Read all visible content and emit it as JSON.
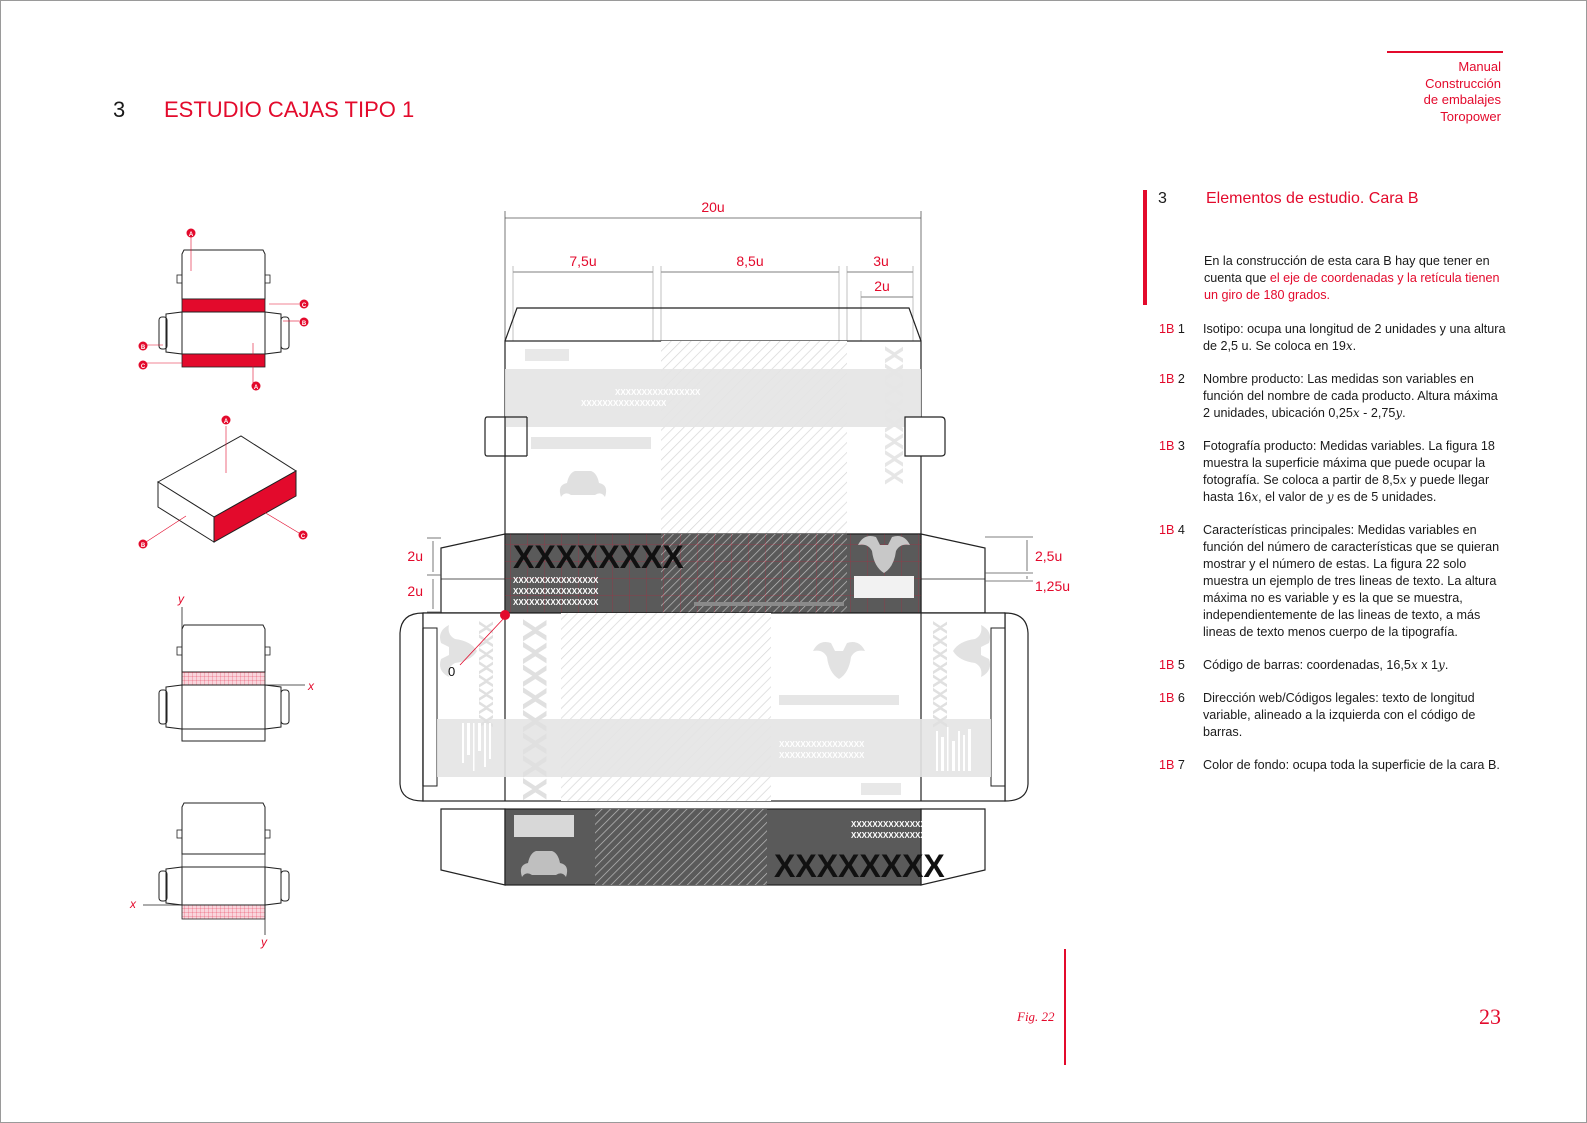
{
  "header": {
    "section_number": "3",
    "section_title": "ESTUDIO CAJAS TIPO 1",
    "manual_lines": [
      "Manual",
      "Construcción",
      "de embalajes",
      "Toropower"
    ]
  },
  "content": {
    "number": "3",
    "title": "Elementos de estudio. Cara B",
    "intro": {
      "plain": "En la construcción de esta cara B hay que tener en cuenta que ",
      "highlight": "el eje de coordenadas y la retícula tienen un giro de 180 grados."
    },
    "items": [
      {
        "code": "1B",
        "num": "1",
        "parts": [
          "Isotipo: ocupa una longitud de 2 unidades y una altura de 2,5 u. Se coloca en 19",
          "x",
          "."
        ]
      },
      {
        "code": "1B",
        "num": "2",
        "parts": [
          "Nombre producto: Las medidas son variables en función del nombre de cada producto. Altura máxima 2 unidades, ubicación 0,25",
          "x",
          " - 2,75",
          "y",
          "."
        ]
      },
      {
        "code": "1B",
        "num": "3",
        "parts": [
          "Fotografía producto: Medidas variables. La figura 18 muestra la superficie máxima que puede ocupar la fotografía. Se coloca a partir de 8,5",
          "x",
          " y puede llegar hasta 16",
          "x",
          ", el valor de ",
          "y",
          " es de 5 unidades."
        ]
      },
      {
        "code": "1B",
        "num": "4",
        "parts": [
          "Características principales: Medidas variables en función del número de características que se quieran mostrar y el número de estas. La figura 22 solo muestra un ejemplo de tres lineas de texto. La altura máxima no es variable y es la que se muestra, independientemente de las lineas de texto, a más lineas de texto menos cuerpo de la tipografía."
        ]
      },
      {
        "code": "1B",
        "num": "5",
        "parts": [
          "Código de barras: coordenadas, 16,5",
          "x",
          " x 1",
          "y",
          "."
        ]
      },
      {
        "code": "1B",
        "num": "6",
        "parts": [
          "Dirección web/Códigos legales: texto de longitud variable,  alineado a la izquierda con el código de barras."
        ]
      },
      {
        "code": "1B",
        "num": "7",
        "parts": [
          "Color de fondo: ocupa toda la superficie de la cara B."
        ]
      }
    ]
  },
  "diagram": {
    "dim_total": "20u",
    "dim_a": "7,5u",
    "dim_b": "8,5u",
    "dim_c": "3u",
    "dim_d": "2u",
    "dim_left_top": "2u",
    "dim_left_bottom": "2u",
    "dim_right_top": "2,5u",
    "dim_right_bottom": "1,25u",
    "origin": "0",
    "placeholder_big": "XXXXXXXX",
    "placeholder_small": "XXXXXXXXXXXXXXXX",
    "colors": {
      "accent": "#e30a2c",
      "dark_panel": "#5a5a5a",
      "light_band": "#e4e4e4"
    }
  },
  "thumbs": {
    "marker_a": "A",
    "marker_b": "B",
    "marker_c": "C",
    "axis_x": "x",
    "axis_y": "y"
  },
  "footer": {
    "figure": "Fig. 22",
    "page": "23"
  }
}
